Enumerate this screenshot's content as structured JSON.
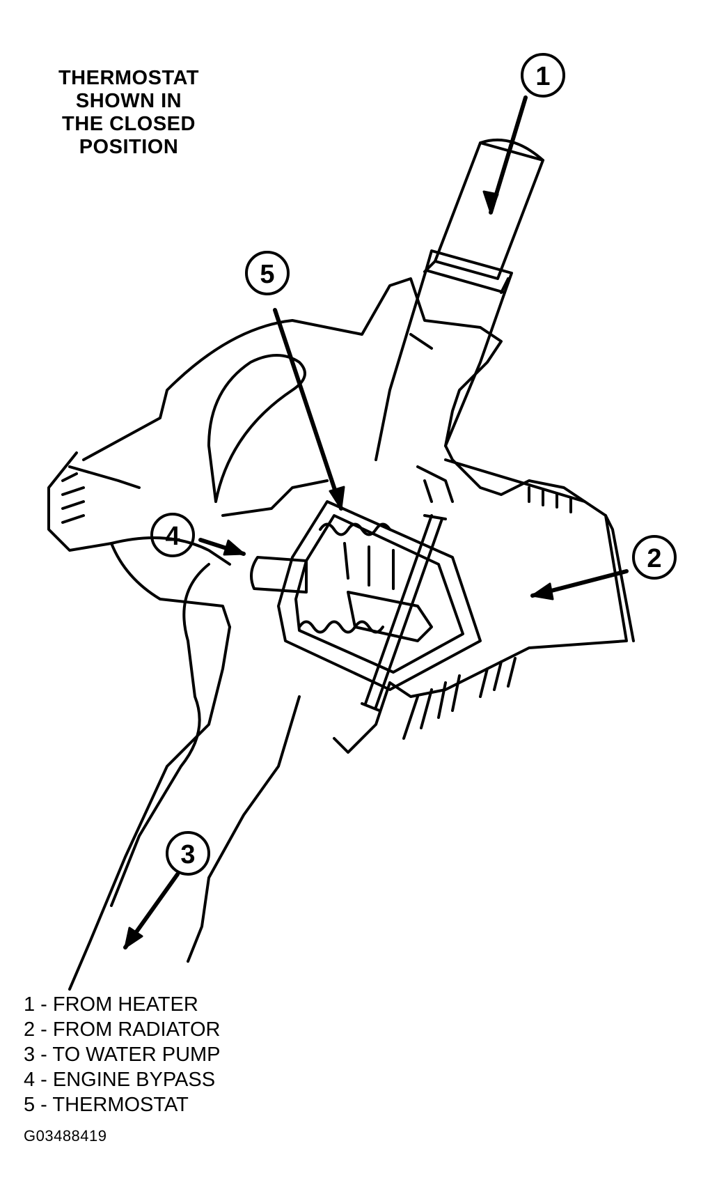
{
  "title_lines": [
    "THERMOSTAT",
    "SHOWN IN",
    "THE CLOSED",
    "POSITION"
  ],
  "callouts": [
    {
      "number": "1"
    },
    {
      "number": "2"
    },
    {
      "number": "3"
    },
    {
      "number": "4"
    },
    {
      "number": "5"
    }
  ],
  "legend": [
    "1 - FROM HEATER",
    "2 - FROM RADIATOR",
    "3 - TO WATER PUMP",
    "4 - ENGINE BYPASS",
    "5 - THERMOSTAT"
  ],
  "figure_id": "G03488419"
}
